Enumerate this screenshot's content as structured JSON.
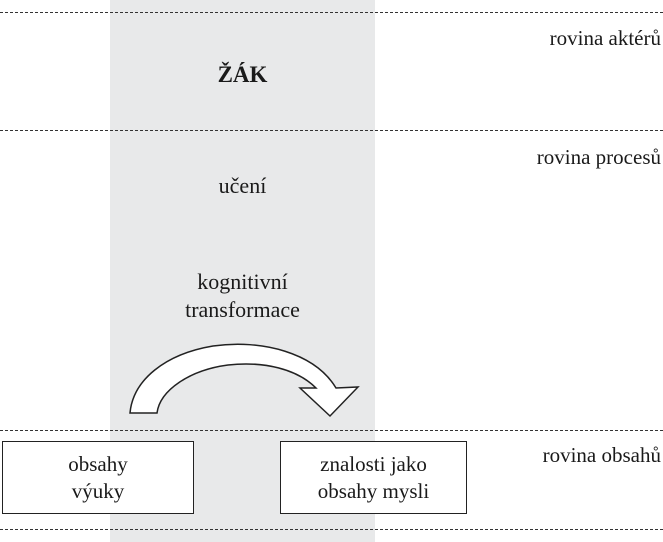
{
  "levels": {
    "actors": "rovina aktérů",
    "processes": "rovina procesů",
    "contents": "rovina obsahů"
  },
  "actor": "ŽÁK",
  "process": "učení",
  "transformation": "kognitivní\ntransformace",
  "boxes": {
    "left": "obsahy\nvýuky",
    "right": "znalosti jako\nobsahy mysli"
  },
  "colors": {
    "column_fill": "#e8e9ea",
    "line": "#333333"
  }
}
